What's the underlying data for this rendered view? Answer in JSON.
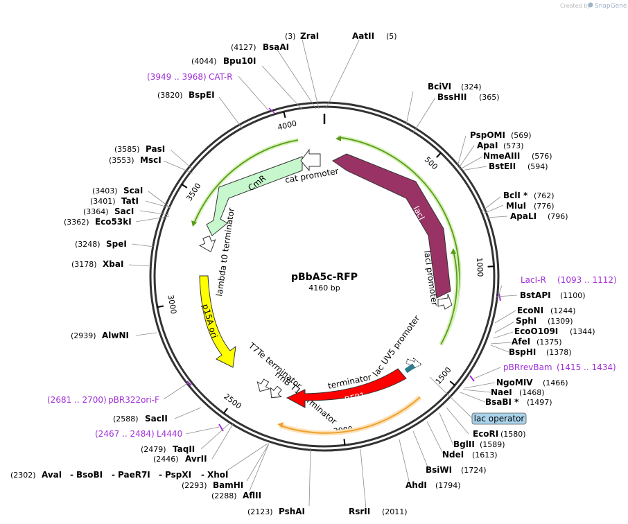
{
  "credit": {
    "prefix": "Created by",
    "brand": "SnapGene"
  },
  "plasmid": {
    "name": "pBbA5c-RFP",
    "length": "4160 bp"
  },
  "ticks": [
    "500",
    "1000",
    "1500",
    "2000",
    "2500",
    "3000",
    "3500",
    "4000"
  ],
  "features": {
    "cmr": "CmR",
    "cat_promoter": "cat promoter",
    "laci": "lacI",
    "laci_promoter": "lacI promoter",
    "lambda_t0": "lambda t0 terminator",
    "p15a": "p15A ori",
    "t7te": "T7Te terminator",
    "rrnb": "rrnB T1 terminator",
    "lacuv5": "lac UV5 promoter",
    "mrfp1": "mRFP1",
    "lac_operator": "lac operator"
  },
  "colors": {
    "backbone": "#333333",
    "cmr": "#c7f7cc",
    "laci": "#993366",
    "p15a": "#ffff00",
    "mrfp1": "#ff0000",
    "lac_operator": "#2e7d8c",
    "green_arc": "#5a9a1a",
    "orange_arc": "#f0a030",
    "primer": "#a12fd8"
  },
  "sites": {
    "zrai": {
      "name": "ZraI",
      "pos": "(3)"
    },
    "aatii": {
      "name": "AatII",
      "pos": "(5)"
    },
    "bsaai": {
      "name": "BsaAI",
      "pos": "(4127)"
    },
    "bpu10i": {
      "name": "Bpu10I",
      "pos": "(4044)"
    },
    "bspei": {
      "name": "BspEI",
      "pos": "(3820)"
    },
    "basi": {
      "name": "PasI",
      "pos": "(3585)"
    },
    "msci": {
      "name": "MscI",
      "pos": "(3553)"
    },
    "scai": {
      "name": "ScaI",
      "pos": "(3403)"
    },
    "tati": {
      "name": "TatI",
      "pos": "(3401)"
    },
    "saci": {
      "name": "SacI",
      "pos": "(3364)"
    },
    "eco53ki": {
      "name": "Eco53kI",
      "pos": "(3362)"
    },
    "spei": {
      "name": "SpeI",
      "pos": "(3248)"
    },
    "xbai": {
      "name": "XbaI",
      "pos": "(3178)"
    },
    "alwni": {
      "name": "AlwNI",
      "pos": "(2939)"
    },
    "sacii": {
      "name": "SacII",
      "pos": "(2588)"
    },
    "taqii": {
      "name": "TaqII",
      "pos": "(2479)"
    },
    "avrii": {
      "name": "AvrII",
      "pos": "(2446)"
    },
    "avai_group": {
      "pos": "(2302)",
      "names": [
        "AvaI",
        "BsoBI",
        "PaeR7I",
        "PspXI",
        "XhoI"
      ]
    },
    "bamhi": {
      "name": "BamHI",
      "pos": "(2293)"
    },
    "aflii": {
      "name": "AflII",
      "pos": "(2288)"
    },
    "pshai": {
      "name": "PshAI",
      "pos": "(2123)"
    },
    "rsrii": {
      "name": "RsrII",
      "pos": "(2011)"
    },
    "bcivi": {
      "name": "BciVI",
      "pos": "(324)"
    },
    "bsshii": {
      "name": "BssHII",
      "pos": "(365)"
    },
    "pspomi": {
      "name": "PspOMI",
      "pos": "(569)"
    },
    "apai": {
      "name": "ApaI",
      "pos": "(573)"
    },
    "nmeaiii": {
      "name": "NmeAIII",
      "pos": "(576)"
    },
    "bsteii": {
      "name": "BstEII",
      "pos": "(594)"
    },
    "bcli": {
      "name": "BclI *",
      "pos": "(762)"
    },
    "mlui": {
      "name": "MluI",
      "pos": "(776)"
    },
    "apali": {
      "name": "ApaLI",
      "pos": "(796)"
    },
    "bstapi": {
      "name": "BstAPI",
      "pos": "(1100)"
    },
    "ecoNI": {
      "name": "EcoNI",
      "pos": "(1244)"
    },
    "sphi": {
      "name": "SphI",
      "pos": "(1309)"
    },
    "eco0109i": {
      "name": "EcoO109I",
      "pos": "(1344)"
    },
    "afei": {
      "name": "AfeI",
      "pos": "(1375)"
    },
    "bsphi": {
      "name": "BspHI",
      "pos": "(1378)"
    },
    "ngomiv": {
      "name": "NgoMIV",
      "pos": "(1466)"
    },
    "naei": {
      "name": "NaeI",
      "pos": "(1468)"
    },
    "bsabi": {
      "name": "BsaBI *",
      "pos": "(1497)"
    },
    "ecori": {
      "name": "EcoRI",
      "pos": "(1580)"
    },
    "bglii": {
      "name": "BglII",
      "pos": "(1589)"
    },
    "ndei": {
      "name": "NdeI",
      "pos": "(1613)"
    },
    "bsiwi": {
      "name": "BsiWI",
      "pos": "(1724)"
    },
    "ahdi": {
      "name": "AhdI",
      "pos": "(1794)"
    }
  },
  "primers": {
    "catr": {
      "name": "CAT-R",
      "pos": "(3949 .. 3968)"
    },
    "lacir": {
      "name": "LacI-R",
      "pos": "(1093 .. 1112)"
    },
    "pbrrevbam": {
      "name": "pBRrevBam",
      "pos": "(1415 .. 1434)"
    },
    "pbr322": {
      "name": "pBR322ori-F",
      "pos": "(2681 .. 2700)"
    },
    "l4440": {
      "name": "L4440",
      "pos": "(2467 .. 2484)"
    }
  }
}
